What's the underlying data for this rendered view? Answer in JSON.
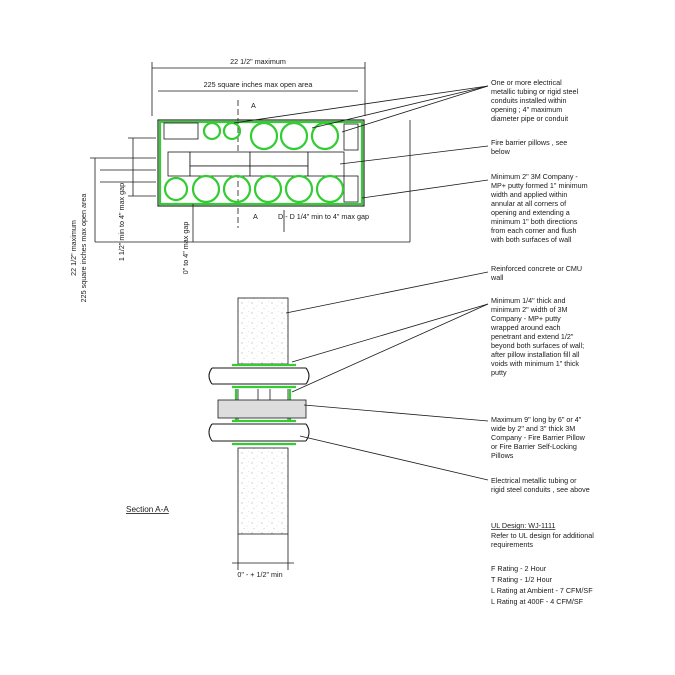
{
  "plan": {
    "dim_width": "22 1/2\" maximum",
    "dim_area": "225 square inches max open area",
    "dim_height": "22 1/2\" maximum",
    "dim_height_area": "225 square inches max open area",
    "dim_pillow_gap": "1 1/2\" min to 4\" max gap",
    "dim_wall_gap": "0\" to 4\" max gap",
    "dim_dd": "D - D 1/4\" min to 4\" max gap",
    "section_mark_a": "A",
    "section_mark_a2": "A"
  },
  "callouts": [
    {
      "id": "conduits",
      "lines": [
        "One or more electrical",
        "metallic tubing or rigid steel",
        "conduits installed within",
        "opening ; 4\" maximum",
        "diameter pipe or conduit"
      ]
    },
    {
      "id": "pillows",
      "lines": [
        "Fire barrier pillows , see",
        "below"
      ]
    },
    {
      "id": "putty-plan",
      "lines": [
        "Minimum 2\" 3M Company -",
        "MP+ putty formed 1\" minimum",
        "width and applied within",
        "annular at all corners of",
        "opening and extending a",
        "minimum 1\" both directions",
        "from each corner and flush",
        "with both surfaces of wall"
      ]
    },
    {
      "id": "wall",
      "lines": [
        "Reinforced concrete or CMU",
        "wall"
      ]
    },
    {
      "id": "putty-section",
      "lines": [
        "Minimum 1/4\" thick and",
        "minimum 2\" width of 3M",
        "Company - MP+ putty",
        "wrapped around each",
        "penetrant and extend 1/2\"",
        "beyond both surfaces of wall;",
        "after pillow installation fill all",
        "voids with minimum 1\" thick",
        "putty"
      ]
    },
    {
      "id": "pillow-section",
      "lines": [
        "Maximum 9\" long by 6\" or 4\"",
        "wide by 2\" and 3\" thick 3M",
        "Company - Fire Barrier Pillow",
        "or Fire Barrier Self-Locking",
        "Pillows"
      ]
    },
    {
      "id": "conduit-section",
      "lines": [
        "Electrical metallic tubing or",
        "rigid steel conduits , see above"
      ]
    }
  ],
  "section": {
    "title": "Section A-A",
    "dim_wall": "0\" - + 1/2\" min"
  },
  "ratings": {
    "design": "UL Design: WJ-1111",
    "refer": [
      "Refer to UL design for additional",
      "requirements"
    ],
    "lines": [
      "F Rating - 2 Hour",
      "T Rating - 1/2 Hour",
      "L Rating at Ambient - 7 CFM/SF",
      "L Rating at 400F - 4 CFM/SF"
    ]
  }
}
